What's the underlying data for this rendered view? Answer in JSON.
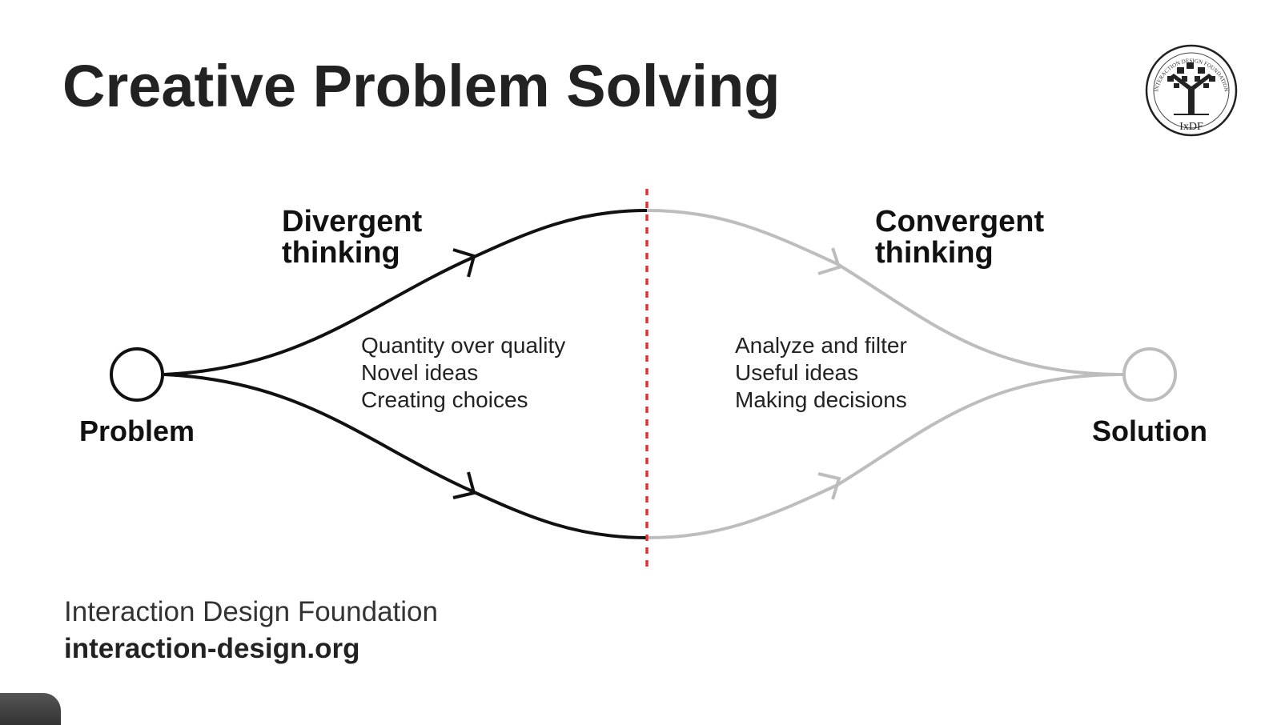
{
  "title": "Creative Problem Solving",
  "logo": {
    "ring_text": "INTERACTION DESIGN FOUNDATION",
    "label": "IxDF"
  },
  "divergent": {
    "heading": [
      "Divergent",
      "thinking"
    ],
    "points": [
      "Quantity over quality",
      "Novel ideas",
      "Creating choices"
    ]
  },
  "convergent": {
    "heading": [
      "Convergent",
      "thinking"
    ],
    "points": [
      "Analyze and filter",
      "Useful ideas",
      "Making decisions"
    ]
  },
  "start_label": "Problem",
  "end_label": "Solution",
  "footer": {
    "org": "Interaction Design Foundation",
    "url": "interaction-design.org"
  },
  "colors": {
    "divergent": "#111111",
    "convergent": "#bdbdbd",
    "divider": "#e0303a"
  }
}
